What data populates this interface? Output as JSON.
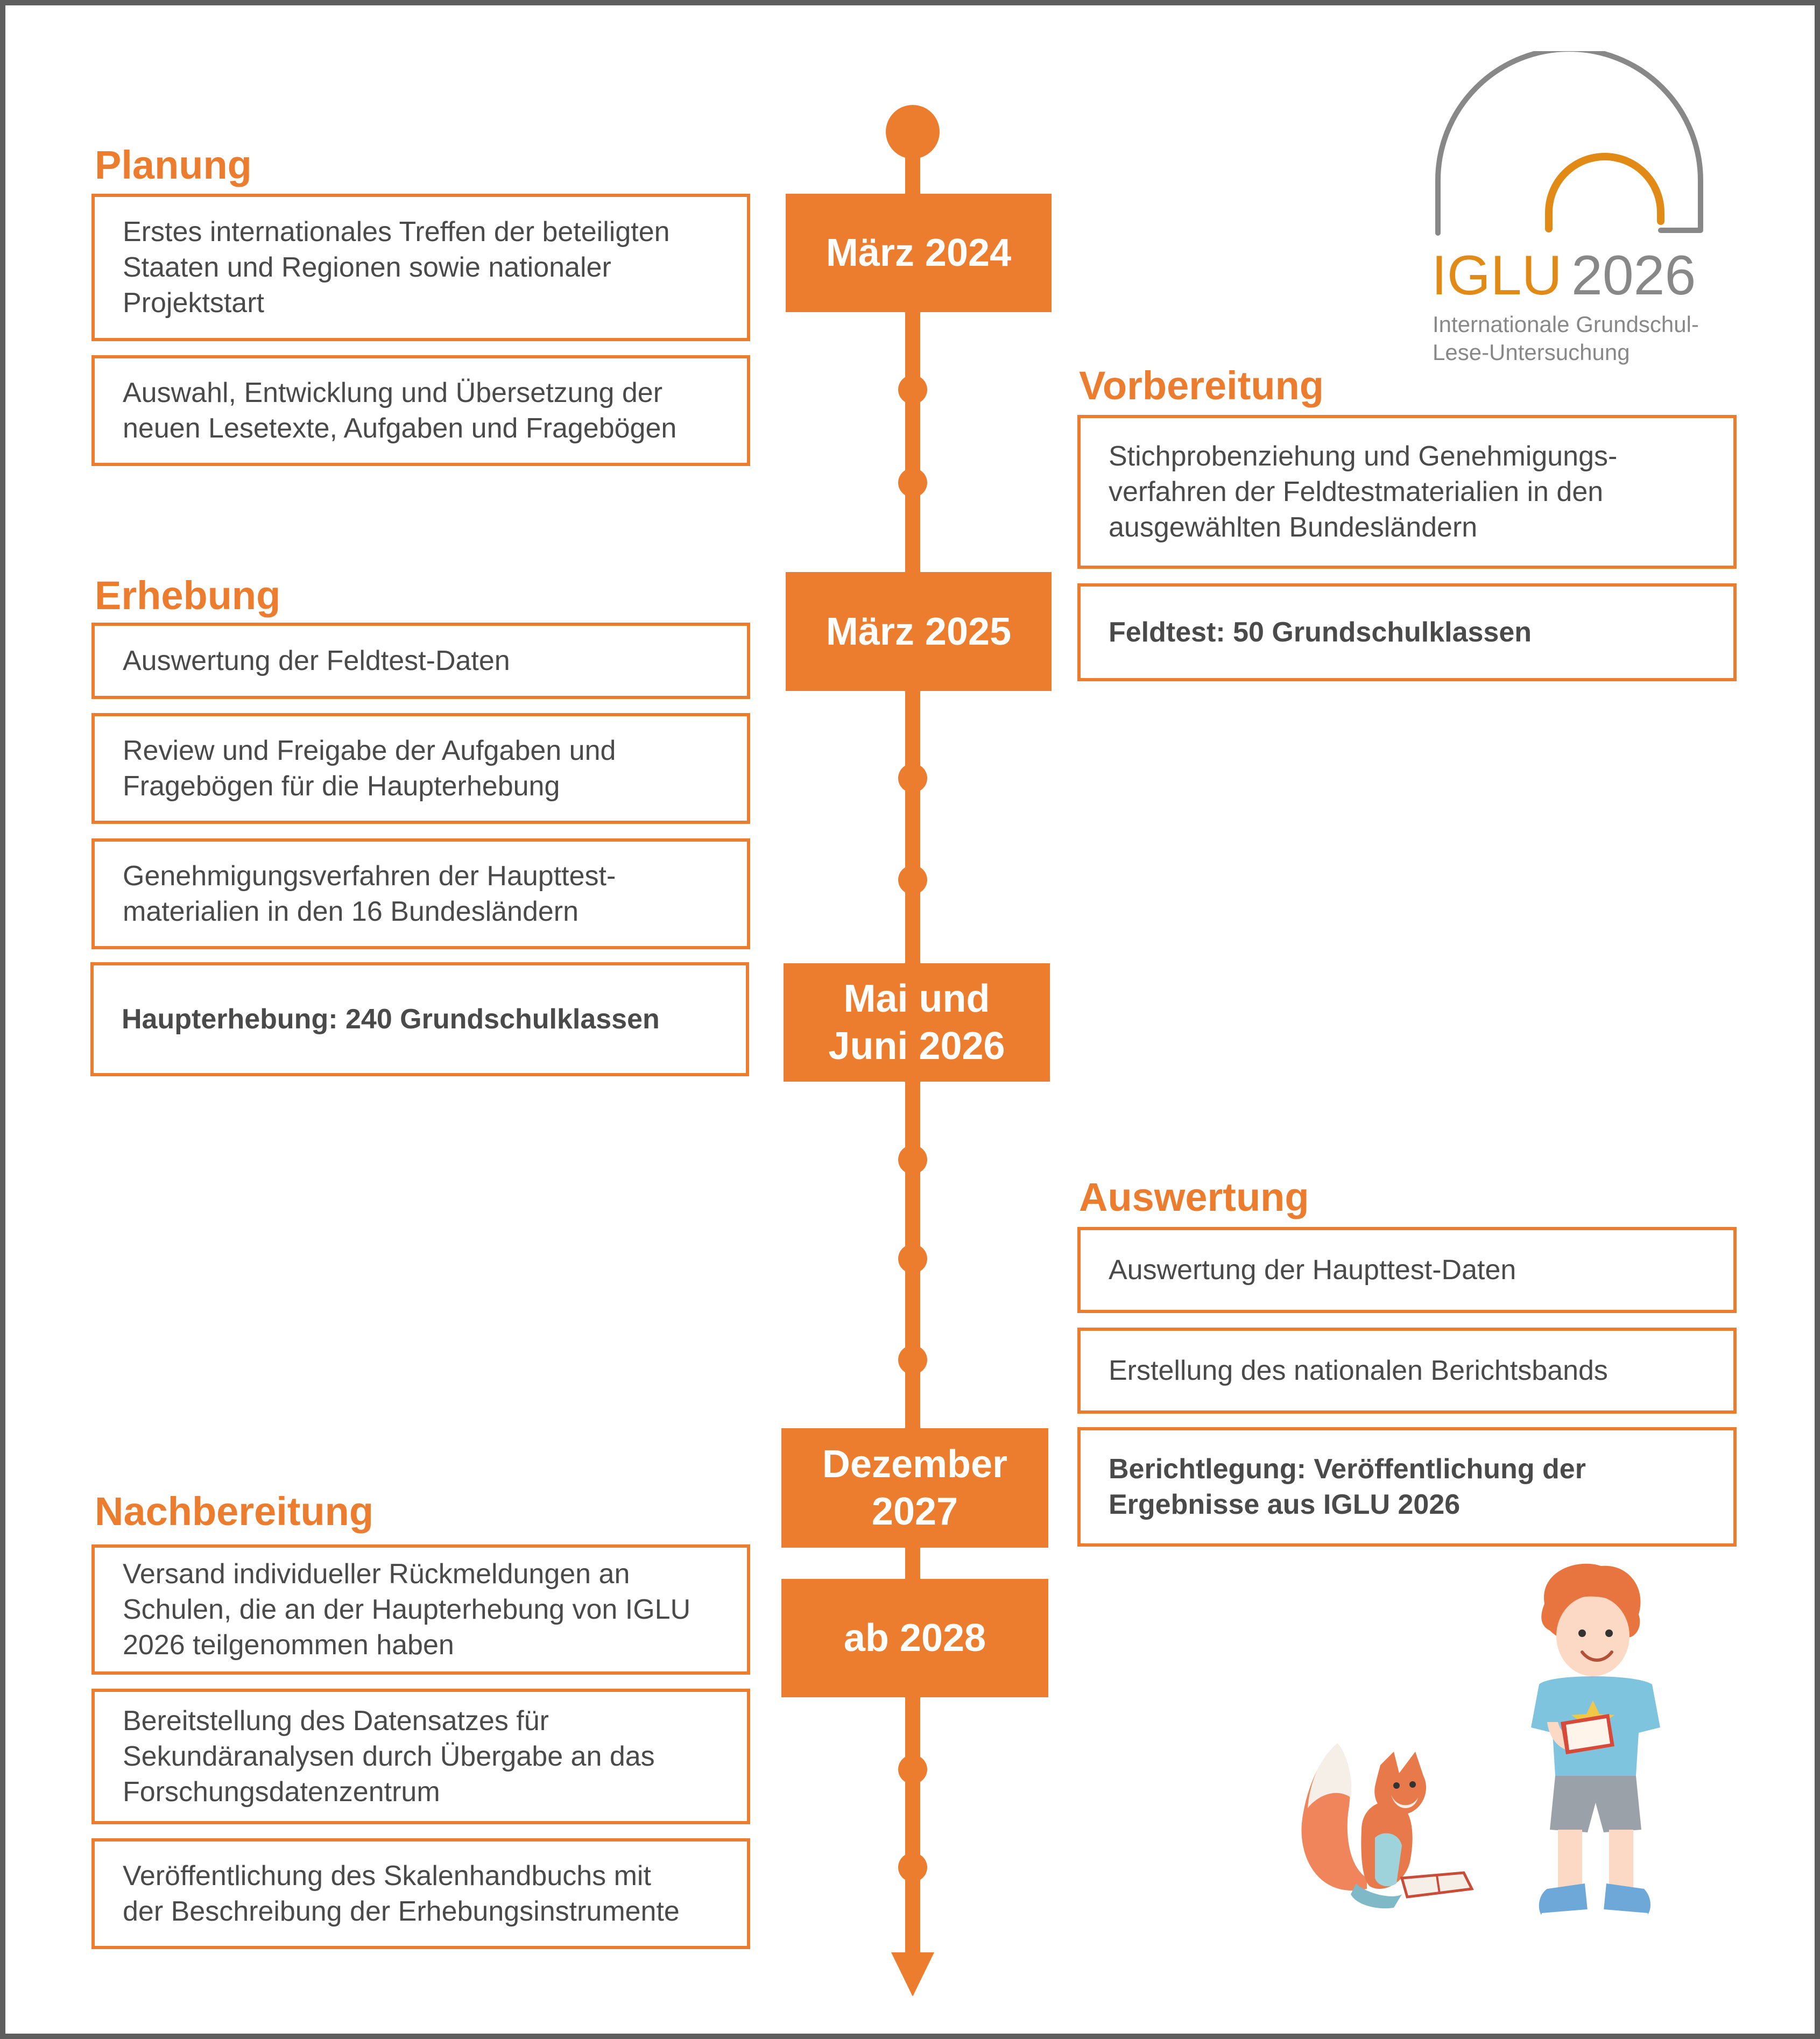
{
  "colors": {
    "accent": "#ec7d2f",
    "text": "#4a4a4a",
    "frame": "#5e5e5e",
    "logo_gray": "#888888"
  },
  "logo": {
    "brand": "IGLU",
    "year": "2026",
    "subtitle_line1": "Internationale Grundschul-",
    "subtitle_line2": "Lese-Untersuchung"
  },
  "phases": {
    "planung": "Planung",
    "vorbereitung": "Vorbereitung",
    "erhebung": "Erhebung",
    "auswertung": "Auswertung",
    "nachbereitung": "Nachbereitung"
  },
  "dates": {
    "maerz_2024": "März 2024",
    "maerz_2025": "März 2025",
    "mai_juni_2026": "Mai und\nJuni 2026",
    "dezember_2027": "Dezember\n2027",
    "ab_2028": "ab 2028"
  },
  "items": {
    "planung_1": "Erstes internationales Treffen der beteiligten\nStaaten und Regionen sowie nationaler\nProjektstart",
    "planung_2": "Auswahl, Entwicklung und Übersetzung der\nneuen Lesetexte, Aufgaben und Fragebögen",
    "vorbereitung_1": "Stichprobenziehung und Genehmigungs-\nverfahren der Feldtestmaterialien in den\nausgewählten Bundesländern",
    "vorbereitung_2": "Feldtest: 50 Grundschulklassen",
    "erhebung_1": "Auswertung der Feldtest-Daten",
    "erhebung_2": "Review und Freigabe der Aufgaben und\nFragebögen für die Haupterhebung",
    "erhebung_3": "Genehmigungsverfahren der Haupttest-\nmaterialien in den 16 Bundesländern",
    "erhebung_4": "Haupterhebung: 240 Grundschulklassen",
    "auswertung_1": "Auswertung der Haupttest-Daten",
    "auswertung_2": "Erstellung des nationalen Berichtsbands",
    "auswertung_3": "Berichtlegung: Veröffentlichung der\nErgebnisse aus IGLU 2026",
    "nachbereitung_1": "Versand individueller Rückmeldungen an\nSchulen, die an der Haupterhebung von IGLU\n2026 teilgenommen haben",
    "nachbereitung_2": "Bereitstellung des Datensatzes für\nSekundäranalysen durch Übergabe an das\nForschungsdatenzentrum",
    "nachbereitung_3": "Veröffentlichung des Skalenhandbuchs mit\nder Beschreibung der Erhebungsinstrumente"
  },
  "illustration": {
    "fox": "fox-reading-icon",
    "child": "child-reading-icon"
  }
}
